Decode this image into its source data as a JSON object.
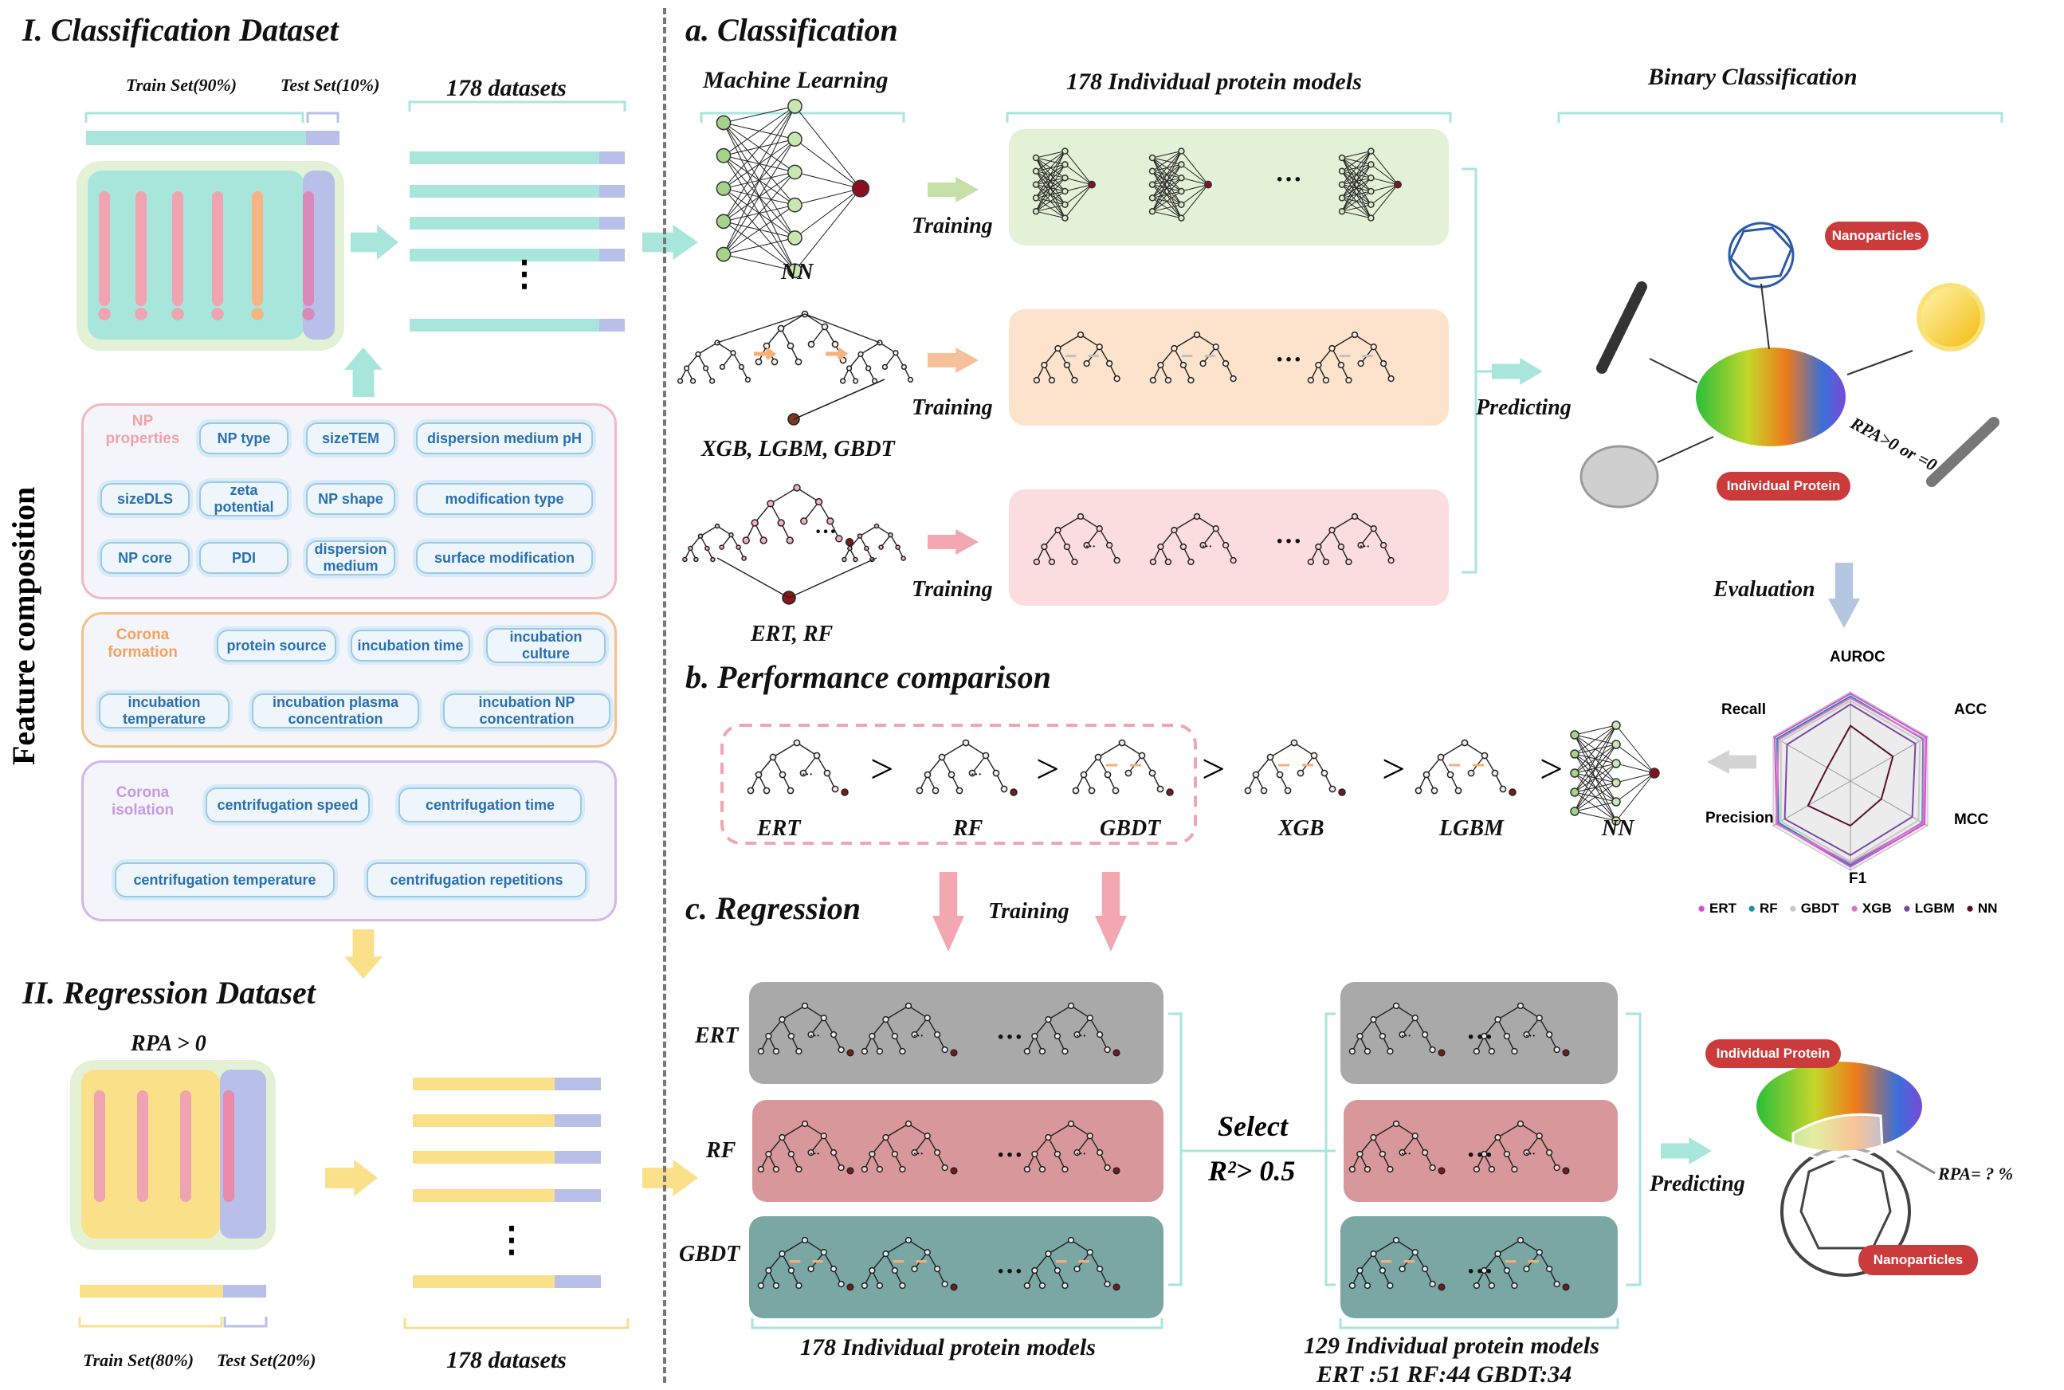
{
  "section1": {
    "title": "I.   Classification Dataset",
    "train_label": "Train Set(90%)",
    "test_label": "Test Set(10%)",
    "datasets_label": "178 datasets",
    "dots": "⋮"
  },
  "feature_label": "Feature composition",
  "np_group": {
    "title": "NP\nproperties",
    "chips": [
      "NP type",
      "sizeTEM",
      "dispersion medium pH",
      "sizeDLS",
      "zeta\npotential",
      "NP shape",
      "modification type",
      "NP core",
      "PDI",
      "dispersion\nmedium",
      "surface modification"
    ]
  },
  "corona_formation": {
    "title": "Corona\nformation",
    "chips": [
      "protein source",
      "incubation time",
      "incubation\nculture",
      "incubation\ntemperature",
      "incubation plasma\nconcentration",
      "incubation NP\nconcentration"
    ]
  },
  "corona_isolation": {
    "title": "Corona\nisolation",
    "chips": [
      "centrifugation speed",
      "centrifugation time",
      "centrifugation temperature",
      "centrifugation repetitions"
    ]
  },
  "section2": {
    "title": "II.   Regression Dataset",
    "rpa": "RPA > 0",
    "train_label": "Train Set(80%)",
    "test_label": "Test Set(20%)",
    "datasets_label": "178 datasets",
    "dots": "⋮"
  },
  "panel_a": {
    "title": "a.    Classification",
    "ml_label": "Machine Learning",
    "models_label": "178 Individual protein models",
    "binary_label": "Binary Classification",
    "nn_label": "NN",
    "boost_label": "XGB, LGBM, GBDT",
    "forest_label": "ERT, RF",
    "training": "Training",
    "predicting": "Predicting",
    "ellipsis": "···",
    "tag_nano": "Nanoparticles",
    "tag_protein": "Individual Protein",
    "rpa_text": "RPA>0 or =0",
    "evaluation": "Evaluation"
  },
  "radar": {
    "axes": [
      "AUROC",
      "ACC",
      "MCC",
      "F1",
      "Precision",
      "Recall"
    ],
    "legend": [
      {
        "name": "ERT",
        "color": "#d94ad9"
      },
      {
        "name": "RF",
        "color": "#1f8fa8"
      },
      {
        "name": "GBDT",
        "color": "#c8c8c8"
      },
      {
        "name": "XGB",
        "color": "#e070c8"
      },
      {
        "name": "LGBM",
        "color": "#7a4aa0"
      },
      {
        "name": "NN",
        "color": "#5a1030"
      }
    ]
  },
  "panel_b": {
    "title": "b.    Performance comparison",
    "models": [
      "ERT",
      "RF",
      "GBDT",
      "XGB",
      "LGBM",
      "NN"
    ],
    "gt": ">"
  },
  "panel_c": {
    "title": "c.    Regression",
    "training": "Training",
    "rows": [
      "ERT",
      "RF",
      "GBDT"
    ],
    "select": "Select",
    "r2": "R²> 0.5",
    "left_models": "178 Individual protein models",
    "right_models": "129 Individual protein models",
    "right_counts": "ERT :51   RF:44   GBDT:34",
    "predicting": "Predicting",
    "rpa_text": "RPA= ? %",
    "tag_protein": "Individual Protein",
    "tag_nano": "Nanoparticles",
    "ellipsis": "···"
  },
  "colors": {
    "teal": "#a8e6dc",
    "lavender": "#b8bfe8",
    "pink": "#f0a3b0",
    "yellow": "#fbe08a",
    "green_panel": "#e3f1d6",
    "orange_panel": "#fde3cc",
    "pink_panel": "#fbdde0",
    "gray_row": "#a9a9a9",
    "red_row": "#d8979a",
    "teal_row": "#7aa7a3"
  }
}
